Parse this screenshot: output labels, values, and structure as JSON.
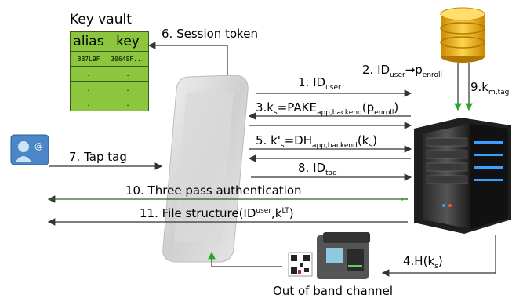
{
  "key_vault": {
    "title": "Key vault",
    "headers": [
      "alias",
      "key"
    ],
    "rows": [
      [
        "BB7L9F",
        "30648F..."
      ],
      [
        ".",
        "."
      ],
      [
        ".",
        "."
      ],
      [
        ".",
        "."
      ]
    ]
  },
  "steps": {
    "s1": {
      "text": "1. ID",
      "sub": "user"
    },
    "s2": {
      "text": "2. ID",
      "sub_a": "user",
      "arrow": "→p",
      "sub_b": "enroll"
    },
    "s3": {
      "pre": "3.k",
      "sub_s": "s",
      "eq": "=PAKE",
      "sub_fn": "app,backend",
      "open": "(p",
      "sub_arg": "enroll",
      "close": ")"
    },
    "s4": {
      "pre": "5. k'",
      "sub_s": "s",
      "eq": "=DH",
      "sub_fn": "app,backend",
      "open": "(k",
      "sub_arg": "s",
      "close": ")"
    },
    "s5": {
      "text": "8. ID",
      "sub": "tag"
    },
    "s6": {
      "text": "6. Session token"
    },
    "s7": {
      "text": "7. Tap tag"
    },
    "s8": {
      "text": "10. Three pass authentication"
    },
    "s9": {
      "pre": "11. File structure(ID",
      "sup_a": "user",
      "mid": ",k",
      "sup_b": "LT",
      "close": ")"
    },
    "s10": {
      "pre": "9.k",
      "sub": "m,tag"
    },
    "s11": {
      "pre": "4.H(k",
      "sub": "s",
      "close": ")"
    }
  },
  "oob_label": "Out of band channel",
  "colors": {
    "vault": "#8cc63f",
    "green_arrow": "#22aa22",
    "line": "#444444"
  }
}
